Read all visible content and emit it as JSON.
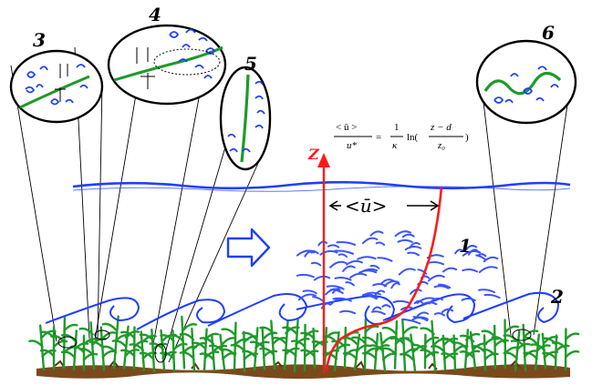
{
  "labels": {
    "n1": "1",
    "n2": "2",
    "n3": "3",
    "n4": "4",
    "n5": "5",
    "n6": "6",
    "z_axis": "Z",
    "mean_velocity": "<ū>"
  },
  "equation": {
    "lhs_numerator": "< ū >",
    "lhs_denominator": "u*",
    "equals": "=",
    "coef_numerator": "1",
    "coef_denominator": "κ",
    "func": "ln(",
    "arg_numerator": "z − d",
    "arg_denominator": "z₀",
    "close": ")"
  },
  "colors": {
    "water": "#1f3fff",
    "eddy": "#3a55ff",
    "profile": "#ff1a1a",
    "plant": "#1e9a2a",
    "soil": "#7a4a1c",
    "outline": "#000000"
  }
}
